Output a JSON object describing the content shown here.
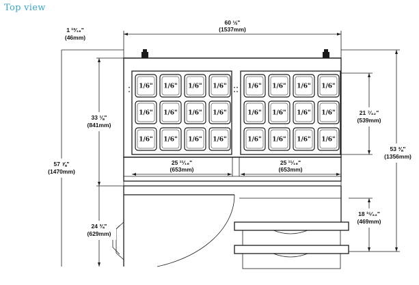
{
  "title": "Top view",
  "pan_label": "1/6\"",
  "dimensions": {
    "overall_width": "60 ½\"",
    "overall_width_mm": "(1537mm)",
    "side_offset": "1 ¹³⁄₁₆\"",
    "side_offset_mm": "(46mm)",
    "total_depth": "57 ⅞\"",
    "total_depth_mm": "(1470mm)",
    "top_depth": "33 ⅛\"",
    "top_depth_mm": "(841mm)",
    "door_depth": "24 ¾\"",
    "door_depth_mm": "(629mm)",
    "left_well": "25 ¹¹⁄₁₆\"",
    "left_well_mm": "(653mm)",
    "right_well": "25 ¹¹⁄₁₆\"",
    "right_well_mm": "(653mm)",
    "well_depth": "21 ⁷⁄₃₂\"",
    "well_depth_mm": "(539mm)",
    "right_total": "53 ⅜\"",
    "right_total_mm": "(1356mm)",
    "drawer_depth": "18 ¹⁵⁄₃₂\"",
    "drawer_depth_mm": "(469mm)"
  }
}
